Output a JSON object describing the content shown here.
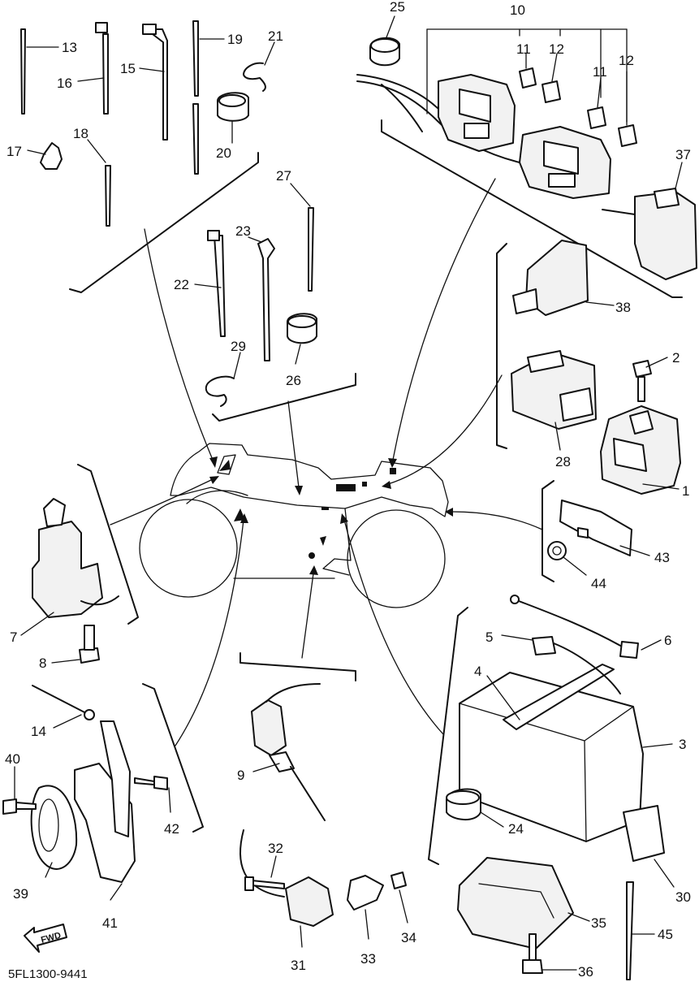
{
  "callouts": [
    {
      "id": "c1",
      "text": "1"
    },
    {
      "id": "c2",
      "text": "2"
    },
    {
      "id": "c3",
      "text": "3"
    },
    {
      "id": "c4",
      "text": "4"
    },
    {
      "id": "c5",
      "text": "5"
    },
    {
      "id": "c6",
      "text": "6"
    },
    {
      "id": "c7",
      "text": "7"
    },
    {
      "id": "c8",
      "text": "8"
    },
    {
      "id": "c9",
      "text": "9"
    },
    {
      "id": "c10",
      "text": "10"
    },
    {
      "id": "c11a",
      "text": "11"
    },
    {
      "id": "c11b",
      "text": "11"
    },
    {
      "id": "c12a",
      "text": "12"
    },
    {
      "id": "c12b",
      "text": "12"
    },
    {
      "id": "c13",
      "text": "13"
    },
    {
      "id": "c14",
      "text": "14"
    },
    {
      "id": "c15",
      "text": "15"
    },
    {
      "id": "c16",
      "text": "16"
    },
    {
      "id": "c17",
      "text": "17"
    },
    {
      "id": "c18",
      "text": "18"
    },
    {
      "id": "c19",
      "text": "19"
    },
    {
      "id": "c20",
      "text": "20"
    },
    {
      "id": "c21",
      "text": "21"
    },
    {
      "id": "c22",
      "text": "22"
    },
    {
      "id": "c23",
      "text": "23"
    },
    {
      "id": "c24",
      "text": "24"
    },
    {
      "id": "c25",
      "text": "25"
    },
    {
      "id": "c26",
      "text": "26"
    },
    {
      "id": "c27",
      "text": "27"
    },
    {
      "id": "c28",
      "text": "28"
    },
    {
      "id": "c29",
      "text": "29"
    },
    {
      "id": "c30",
      "text": "30"
    },
    {
      "id": "c31",
      "text": "31"
    },
    {
      "id": "c32",
      "text": "32"
    },
    {
      "id": "c33",
      "text": "33"
    },
    {
      "id": "c34",
      "text": "34"
    },
    {
      "id": "c35",
      "text": "35"
    },
    {
      "id": "c36",
      "text": "36"
    },
    {
      "id": "c37",
      "text": "37"
    },
    {
      "id": "c38",
      "text": "38"
    },
    {
      "id": "c39",
      "text": "39"
    },
    {
      "id": "c40",
      "text": "40"
    },
    {
      "id": "c41",
      "text": "41"
    },
    {
      "id": "c42",
      "text": "42"
    },
    {
      "id": "c43",
      "text": "43"
    },
    {
      "id": "c44",
      "text": "44"
    },
    {
      "id": "c45",
      "text": "45"
    }
  ],
  "fwd_label": "FWD",
  "diagram_code": "5FL1300-9441"
}
